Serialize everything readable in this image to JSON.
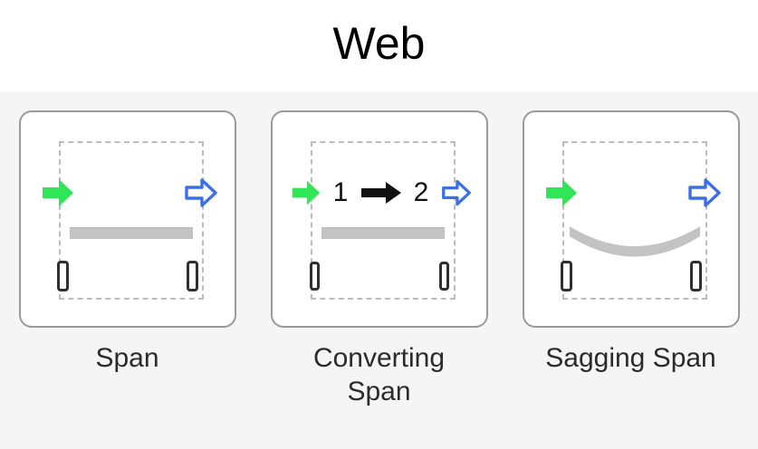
{
  "header": {
    "title": "Web"
  },
  "colors": {
    "page_background": "#f5f5f5",
    "header_background": "#ffffff",
    "card_background": "#ffffff",
    "card_border": "#9a9a9a",
    "dashed_frame": "#bcbcbc",
    "beam_gray": "#c3c3c3",
    "post_outline": "#2f2f2f",
    "arrow_green": "#2ee656",
    "arrow_blue": "#3b6fe8",
    "arrow_black": "#111111",
    "text": "#2b2b2b"
  },
  "gallery": {
    "items": [
      {
        "id": "span",
        "label": "Span",
        "diagram": {
          "type": "straight-span",
          "left_arrow": "green-filled-arrow-icon",
          "right_arrow": "blue-outline-arrow-icon",
          "beam": "straight-beam",
          "supports": 2,
          "numbers": []
        }
      },
      {
        "id": "converting-span",
        "label": "Converting Span",
        "diagram": {
          "type": "straight-span",
          "left_arrow": "green-filled-arrow-icon",
          "right_arrow": "blue-outline-arrow-icon",
          "middle_arrow": "black-filled-arrow-icon",
          "beam": "straight-beam",
          "supports": 2,
          "numbers": [
            "1",
            "2"
          ]
        }
      },
      {
        "id": "sagging-span",
        "label": "Sagging Span",
        "diagram": {
          "type": "sagging-span",
          "left_arrow": "green-filled-arrow-icon",
          "right_arrow": "blue-outline-arrow-icon",
          "beam": "sagging-curved-beam",
          "supports": 2,
          "numbers": []
        }
      }
    ]
  }
}
